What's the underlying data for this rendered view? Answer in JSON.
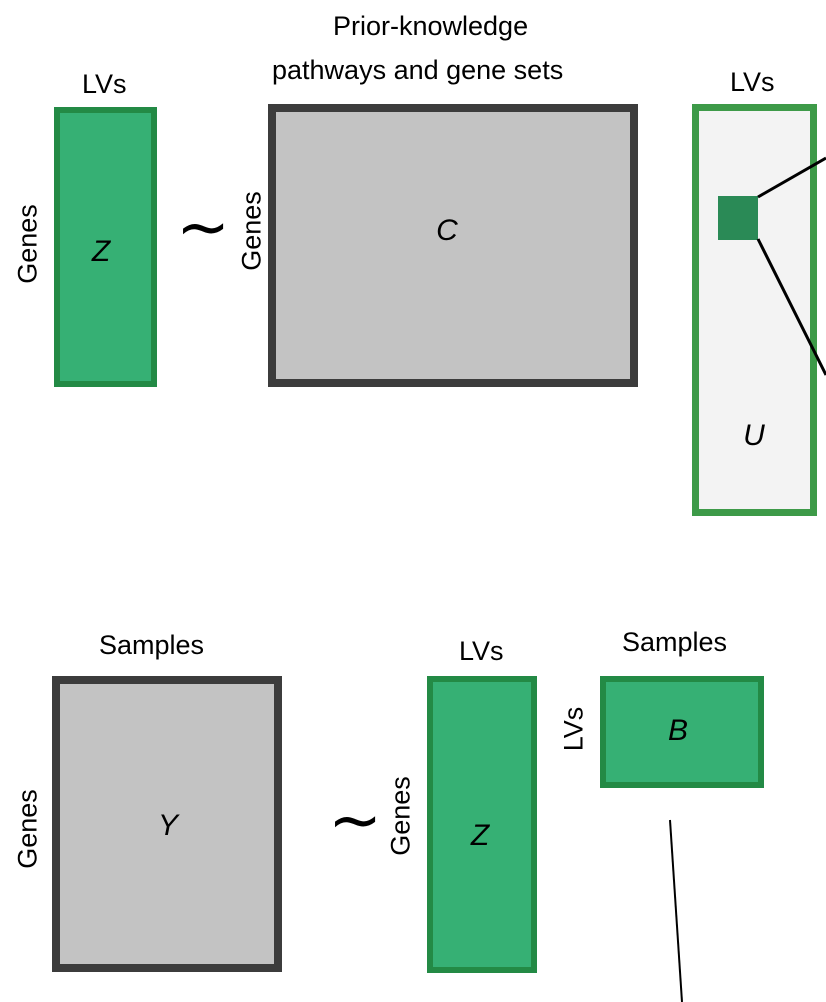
{
  "top": {
    "z_col_label": "LVs",
    "z_row_label": "Genes",
    "z_symbol": "Z",
    "approx_symbol": "~",
    "c_title_line1": "Prior-knowledge",
    "c_title_line2": "pathways and gene sets",
    "c_row_label": "Genes",
    "c_symbol": "C",
    "u_col_label": "LVs",
    "u_symbol": "U"
  },
  "bottom": {
    "y_col_label": "Samples",
    "y_row_label": "Genes",
    "y_symbol": "Y",
    "approx_symbol": "~",
    "z_col_label": "LVs",
    "z_row_label": "Genes",
    "z_symbol": "Z",
    "b_col_label": "Samples",
    "b_row_label": "LVs",
    "b_symbol": "B"
  },
  "colors": {
    "green_fill": "#36b074",
    "green_border": "#238a45",
    "gray_fill": "#c3c3c3",
    "gray_border": "#3c3c3c",
    "light_fill": "#f3f3f3"
  }
}
